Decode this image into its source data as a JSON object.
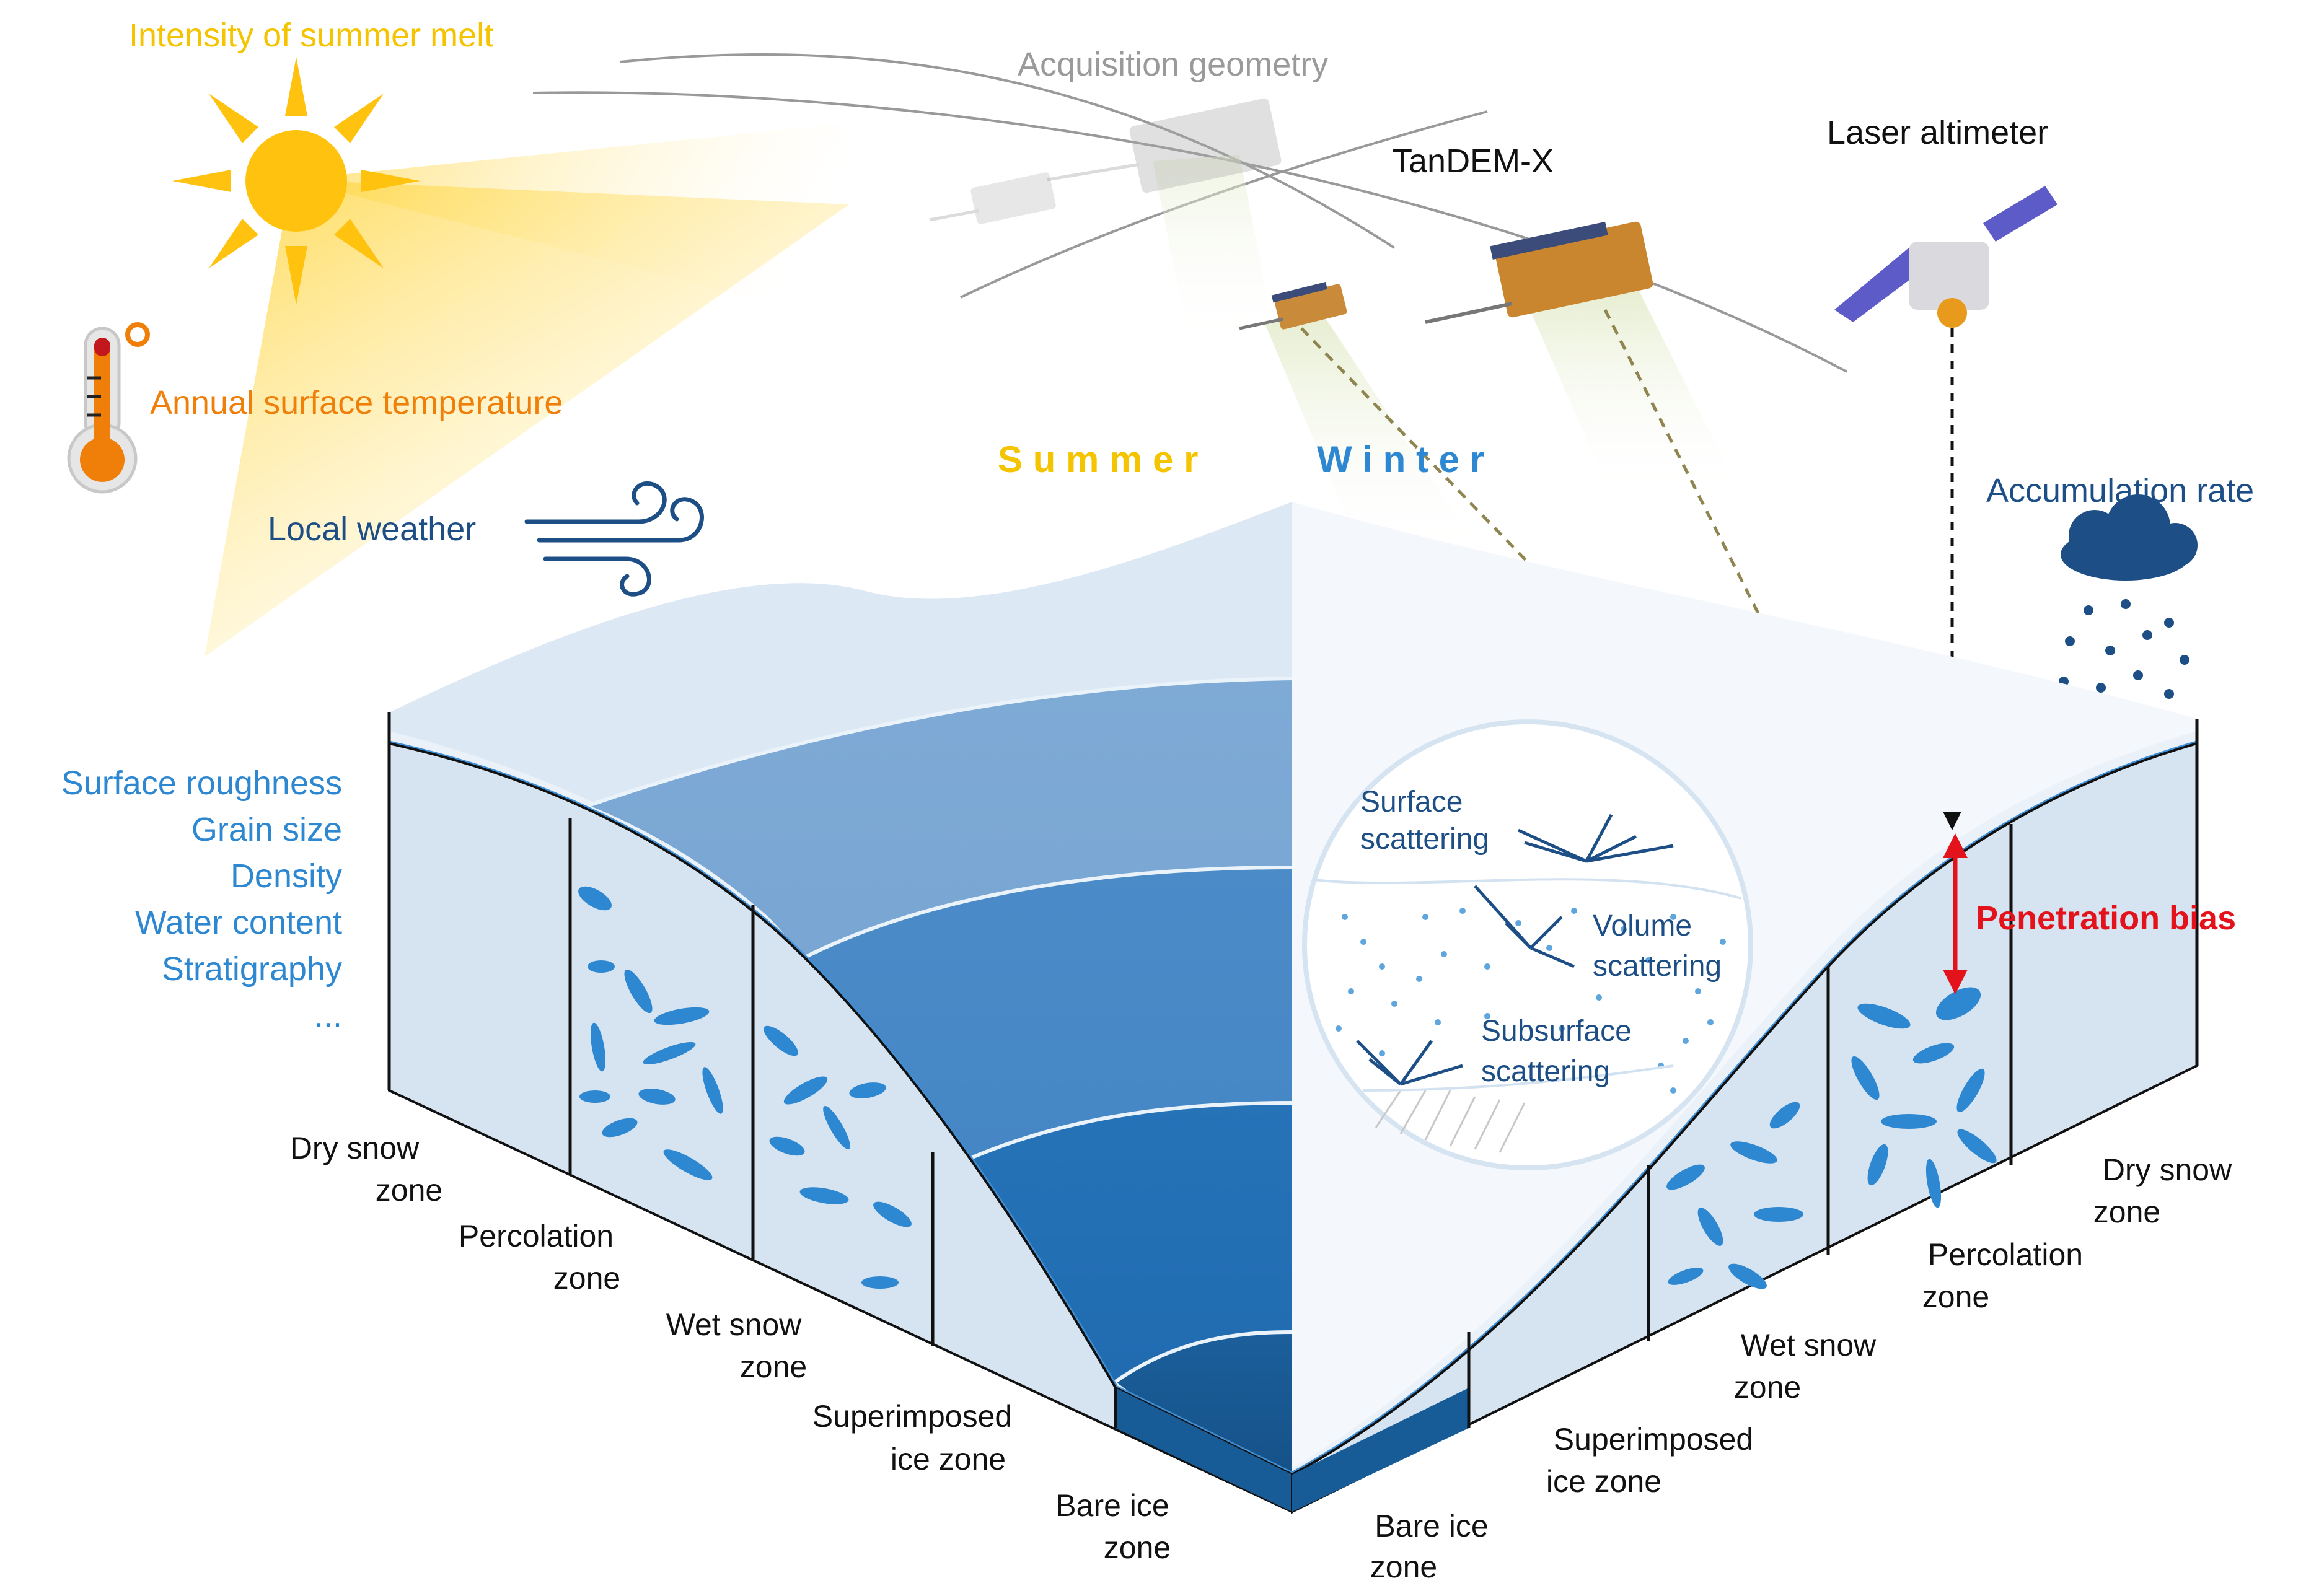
{
  "colors": {
    "sun": "#F5C400",
    "temperature": "#F07F0A",
    "weather": "#1D4F86",
    "properties": "#2D87D1",
    "penetration": "#E3121B",
    "ice_light": "#C9DCEE",
    "ice_mid": "#4A8BC8",
    "ice_dark": "#185C97"
  },
  "drivers": {
    "summer_melt": "Intensity of summer melt",
    "surface_temperature": "Annual surface temperature",
    "local_weather": "Local weather",
    "accumulation_rate": "Accumulation rate",
    "icons": {
      "sun": "sun-icon",
      "thermometer": "thermometer-icon",
      "wind": "wind-icon",
      "cloud": "snow-cloud-icon"
    }
  },
  "sensors": {
    "acquisition_geometry": "Acquisition geometry",
    "tandem_x": "TanDEM-X",
    "laser_altimeter": "Laser altimeter"
  },
  "seasons": {
    "summer": "S u m m e r",
    "winter": "W i n t e r"
  },
  "snow_properties": [
    "Surface roughness",
    "Grain size",
    "Density",
    "Water content",
    "Stratigraphy",
    "..."
  ],
  "scattering": {
    "surface": [
      "Surface",
      "scattering"
    ],
    "volume": [
      "Volume",
      "scattering"
    ],
    "subsurface": [
      "Subsurface",
      "scattering"
    ]
  },
  "penetration_bias": "Penetration bias",
  "zones_left": [
    [
      "Dry snow",
      "zone"
    ],
    [
      "Percolation",
      "zone"
    ],
    [
      "Wet snow",
      "zone"
    ],
    [
      "Superimposed",
      "ice zone"
    ],
    [
      "Bare ice",
      "zone"
    ]
  ],
  "zones_right": [
    [
      "Dry snow",
      "zone"
    ],
    [
      "Percolation",
      "zone"
    ],
    [
      "Wet snow",
      "zone"
    ],
    [
      "Superimposed",
      "ice zone"
    ],
    [
      "Bare ice",
      "zone"
    ]
  ]
}
